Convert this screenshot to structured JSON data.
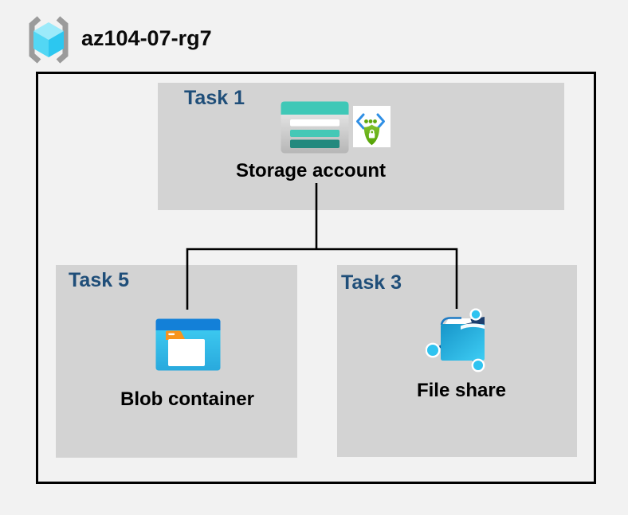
{
  "header": {
    "title": "az104-07-rg7",
    "icon": "resource-group-icon"
  },
  "diagram": {
    "groups": [
      {
        "id": "task1",
        "label": "Task 1",
        "node_label": "Storage account",
        "icons": [
          "storage-account-icon",
          "secure-access-icon"
        ]
      },
      {
        "id": "task5",
        "label": "Task 5",
        "node_label": "Blob container",
        "icons": [
          "blob-container-icon"
        ]
      },
      {
        "id": "task3",
        "label": "Task 3",
        "node_label": "File share",
        "icons": [
          "file-share-icon"
        ]
      }
    ],
    "edges": [
      {
        "from": "Storage account",
        "to": "Blob container"
      },
      {
        "from": "Storage account",
        "to": "File share"
      }
    ]
  },
  "colors": {
    "background": "#f2f2f2",
    "group_fill": "#d3d3d3",
    "task_label": "#1f4e79",
    "outer_border": "#000000",
    "connector": "#000000",
    "storage_teal": "#3fc8b7",
    "storage_teal_dark": "#23897e",
    "azure_blue": "#1380d8",
    "cyan_body": "#35c3ea",
    "folder_orange": "#f7941d",
    "secure_green": "#5fa80c",
    "secure_bracket_blue": "#2f8fe5",
    "file_share_navy": "#1c3f6e",
    "node_cyan": "#2fc3f0"
  }
}
